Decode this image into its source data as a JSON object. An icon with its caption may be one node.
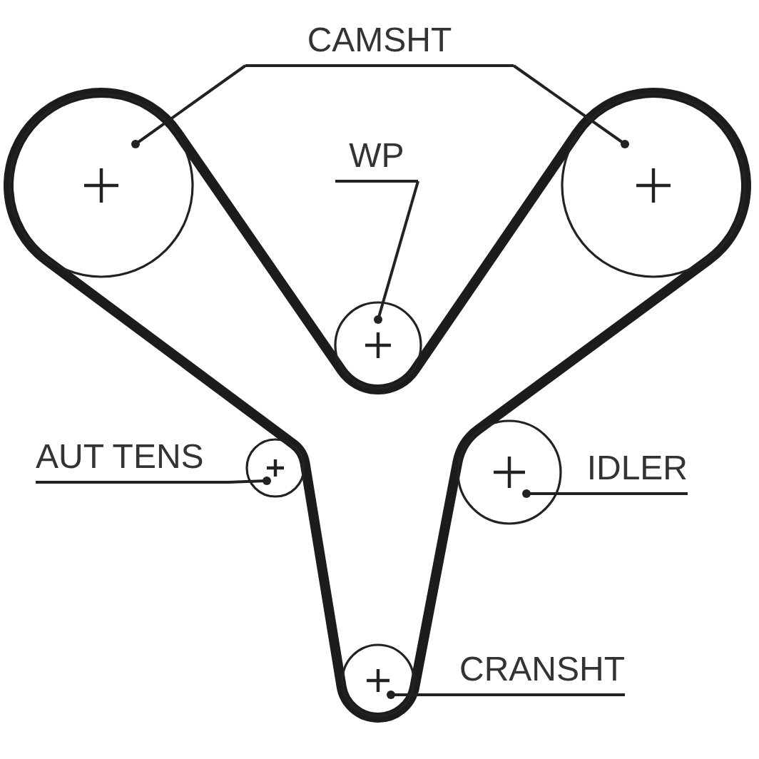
{
  "diagram": {
    "nodes": [
      {
        "text": [
          "CAMSHT"
        ]
      },
      {
        "text": [],
        "shape": "circle"
      },
      {
        "text": [],
        "shape": "circle"
      },
      {
        "text": [
          "WP"
        ]
      },
      {
        "text": [],
        "shape": "circle"
      },
      {
        "text": [
          "AUT TENS"
        ]
      },
      {
        "text": [],
        "shape": "circle"
      },
      {
        "text": [
          "IDLER"
        ]
      },
      {
        "text": [],
        "shape": "circle"
      },
      {
        "text": [
          "CRANSHT"
        ]
      },
      {
        "text": [],
        "shape": "circle"
      }
    ],
    "edges": [
      {
        "from": 0,
        "to": 1,
        "arrow": "other"
      },
      {
        "from": 0,
        "to": 2,
        "arrow": "other"
      },
      {
        "from": 3,
        "to": 4,
        "arrow": "other"
      },
      {
        "from": 5,
        "to": 6,
        "arrow": "other"
      },
      {
        "from": 7,
        "to": 8,
        "arrow": "other"
      },
      {
        "from": 9,
        "to": 10,
        "arrow": "other"
      }
    ]
  }
}
